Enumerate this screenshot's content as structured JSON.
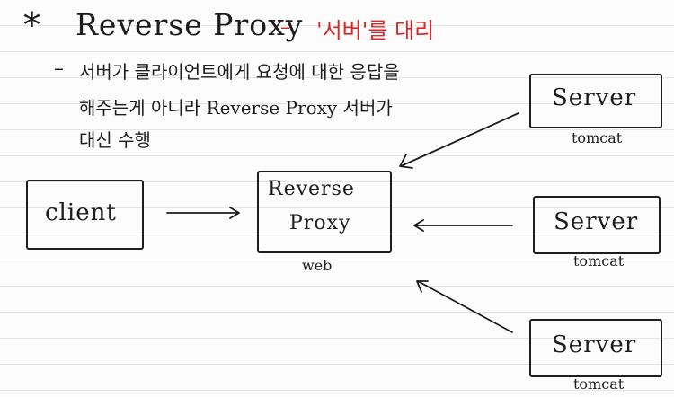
{
  "title": {
    "star": "*",
    "main": "Reverse Proxy",
    "dash": "–",
    "highlight": "'서버'를 대리"
  },
  "note": {
    "dash": "–",
    "line1": "서버가 클라이언트에게 요청에 대한 응답을",
    "line2": "해주는게 아니라  Reverse Proxy 서버가",
    "line3": "대신 수행"
  },
  "client": {
    "label": "client"
  },
  "proxy": {
    "line1": "Reverse",
    "line2": "Proxy",
    "caption": "web"
  },
  "servers": [
    {
      "label": "Server",
      "caption": "tomcat"
    },
    {
      "label": "Server",
      "caption": "tomcat"
    },
    {
      "label": "Server",
      "caption": "tomcat"
    }
  ],
  "colors": {
    "ink": "#1c1c1c",
    "accent": "#d62a2a"
  }
}
